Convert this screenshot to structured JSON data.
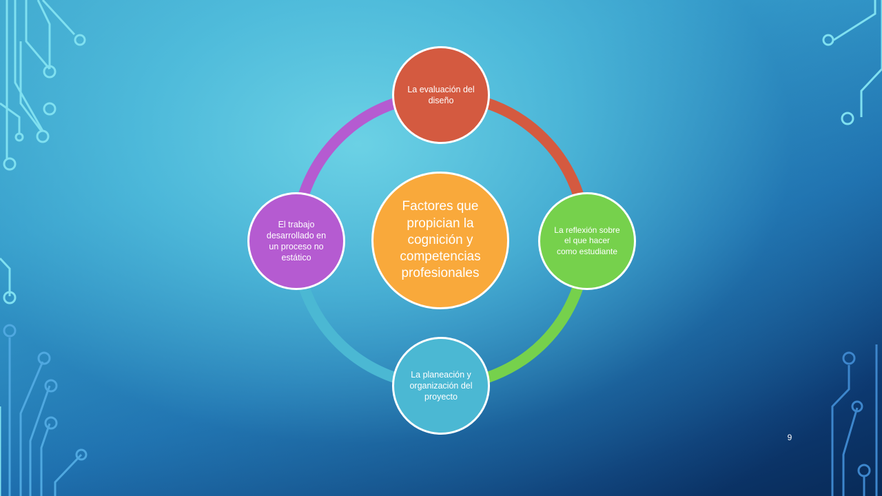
{
  "diagram": {
    "center": {
      "label": "Factores que propician la cognición y competencias profesionales",
      "color": "#f9a93b"
    },
    "nodes": [
      {
        "id": "top",
        "label": "La evaluación del diseño",
        "color": "#d45a40"
      },
      {
        "id": "right",
        "label": "La reflexión sobre el que hacer como estudiante",
        "color": "#76d14c"
      },
      {
        "id": "bottom",
        "label": "La planeación y organización del proyecto",
        "color": "#4bb8d3"
      },
      {
        "id": "left",
        "label": "El trabajo desarrollado en un proceso no estático",
        "color": "#b55bd1"
      }
    ]
  },
  "page_number": "9"
}
